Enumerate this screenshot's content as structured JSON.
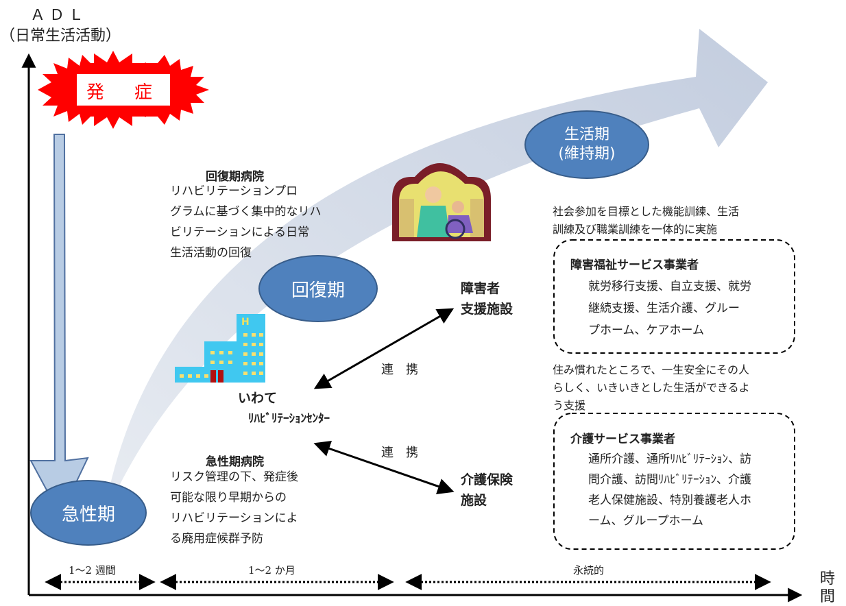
{
  "axes": {
    "y_title_line1": "ＡＤＬ",
    "y_title_line2": "（日常生活活動）",
    "x_title_line1": "時",
    "x_title_line2": "間"
  },
  "onset": {
    "label_1": "発",
    "label_2": "症"
  },
  "phases": {
    "acute": "急性期",
    "recovery": "回復期",
    "life_line1": "生活期",
    "life_line2": "(維持期)"
  },
  "kaifuku_hospital": {
    "title": "回復期病院",
    "lines": [
      "リハビリテーションプロ",
      "グラムに基づく集中的なリハ",
      "ビリテーションによる日常",
      "生活活動の回復"
    ]
  },
  "kyusei_hospital": {
    "title": "急性期病院",
    "lines": [
      "リスク管理の下、発症後",
      "可能な限り早期からの",
      "リハビリテーションによ",
      "る廃用症候群予防"
    ]
  },
  "center": {
    "line1": "いわて",
    "line2": "ﾘﾊﾋﾞﾘﾃｰｼｮﾝｾﾝﾀｰ"
  },
  "links": {
    "renkei_top": "連　携",
    "renkei_bottom": "連　携",
    "shogai_line1": "障害者",
    "shogai_line2": "支援施設",
    "kaigo_line1": "介護保険",
    "kaigo_line2": "施設"
  },
  "life_desc": [
    "社会参加を目標とした機能訓練、生活",
    "訓練及び職業訓練を一体的に実施"
  ],
  "welfare_box": {
    "title": "障害福祉サービス事業者",
    "lines": [
      "就労移行支援、自立支援、就労",
      "継続支援、生活介護、グルー",
      "プホーム、ケアホーム"
    ]
  },
  "community_desc": [
    "住み慣れたところで、一生安全にその人",
    "らしく、いきいきとした生活ができるよ",
    "う支援"
  ],
  "care_box": {
    "title": "介護サービス事業者",
    "lines": [
      "通所介護、通所ﾘﾊﾋﾞﾘﾃｰｼｮﾝ、訪",
      "問介護、訪問ﾘﾊﾋﾞﾘﾃｰｼｮﾝ、介護",
      "老人保健施設、特別養護老人ホ",
      "ーム、グループホーム"
    ]
  },
  "durations": {
    "d1": "1～2 週間",
    "d2": "1～2 か月",
    "d3": "永続的"
  },
  "colors": {
    "phase_fill": "#4f81bd",
    "phase_stroke": "#385d8a",
    "big_arrow": "#c8d0e0",
    "onset_burst": "#ff0000",
    "down_arrow": "#b8cce4",
    "building": "#40c8f0"
  }
}
